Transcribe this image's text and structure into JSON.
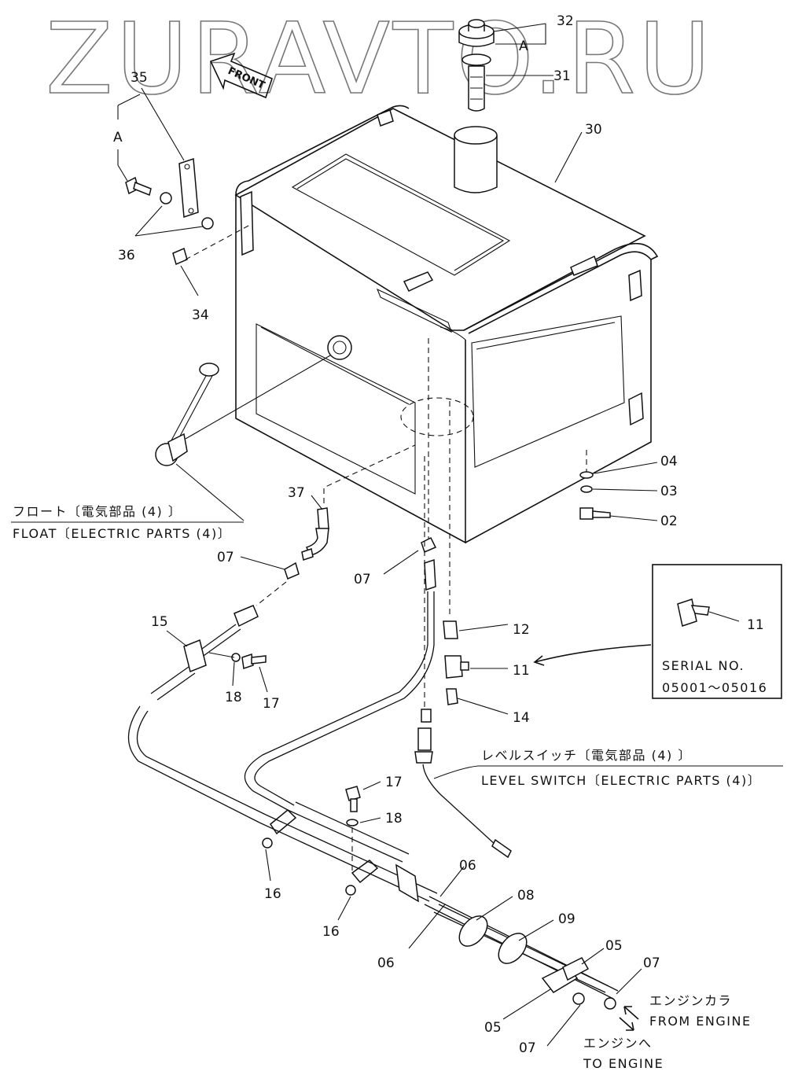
{
  "watermark": "ZURAVTO.RU",
  "front_label": "FRONT",
  "reference_letter": "A",
  "parts": {
    "p30": "30",
    "p31": "31",
    "p32": "32",
    "p34": "34",
    "p35": "35",
    "p36": "36",
    "p37": "37",
    "p02": "02",
    "p03": "03",
    "p04": "04",
    "p05": "05",
    "p06": "06",
    "p07": "07",
    "p08": "08",
    "p09": "09",
    "p11": "11",
    "p12": "12",
    "p14": "14",
    "p15": "15",
    "p16": "16",
    "p17": "17",
    "p18": "18"
  },
  "captions": {
    "float_jp": "フロート〔電気部品 (4) 〕",
    "float_en": "FLOAT〔ELECTRIC PARTS (4)〕",
    "level_jp": "レベルスイッチ〔電気部品 (4) 〕",
    "level_en": "LEVEL SWITCH〔ELECTRIC PARTS (4)〕",
    "from_engine_jp": "エンジンカラ",
    "from_engine_en": "FROM ENGINE",
    "to_engine_jp": "エンジンへ",
    "to_engine_en": "TO ENGINE"
  },
  "serial_box": {
    "part": "11",
    "title": "SERIAL NO.",
    "range": "05001～05016"
  }
}
